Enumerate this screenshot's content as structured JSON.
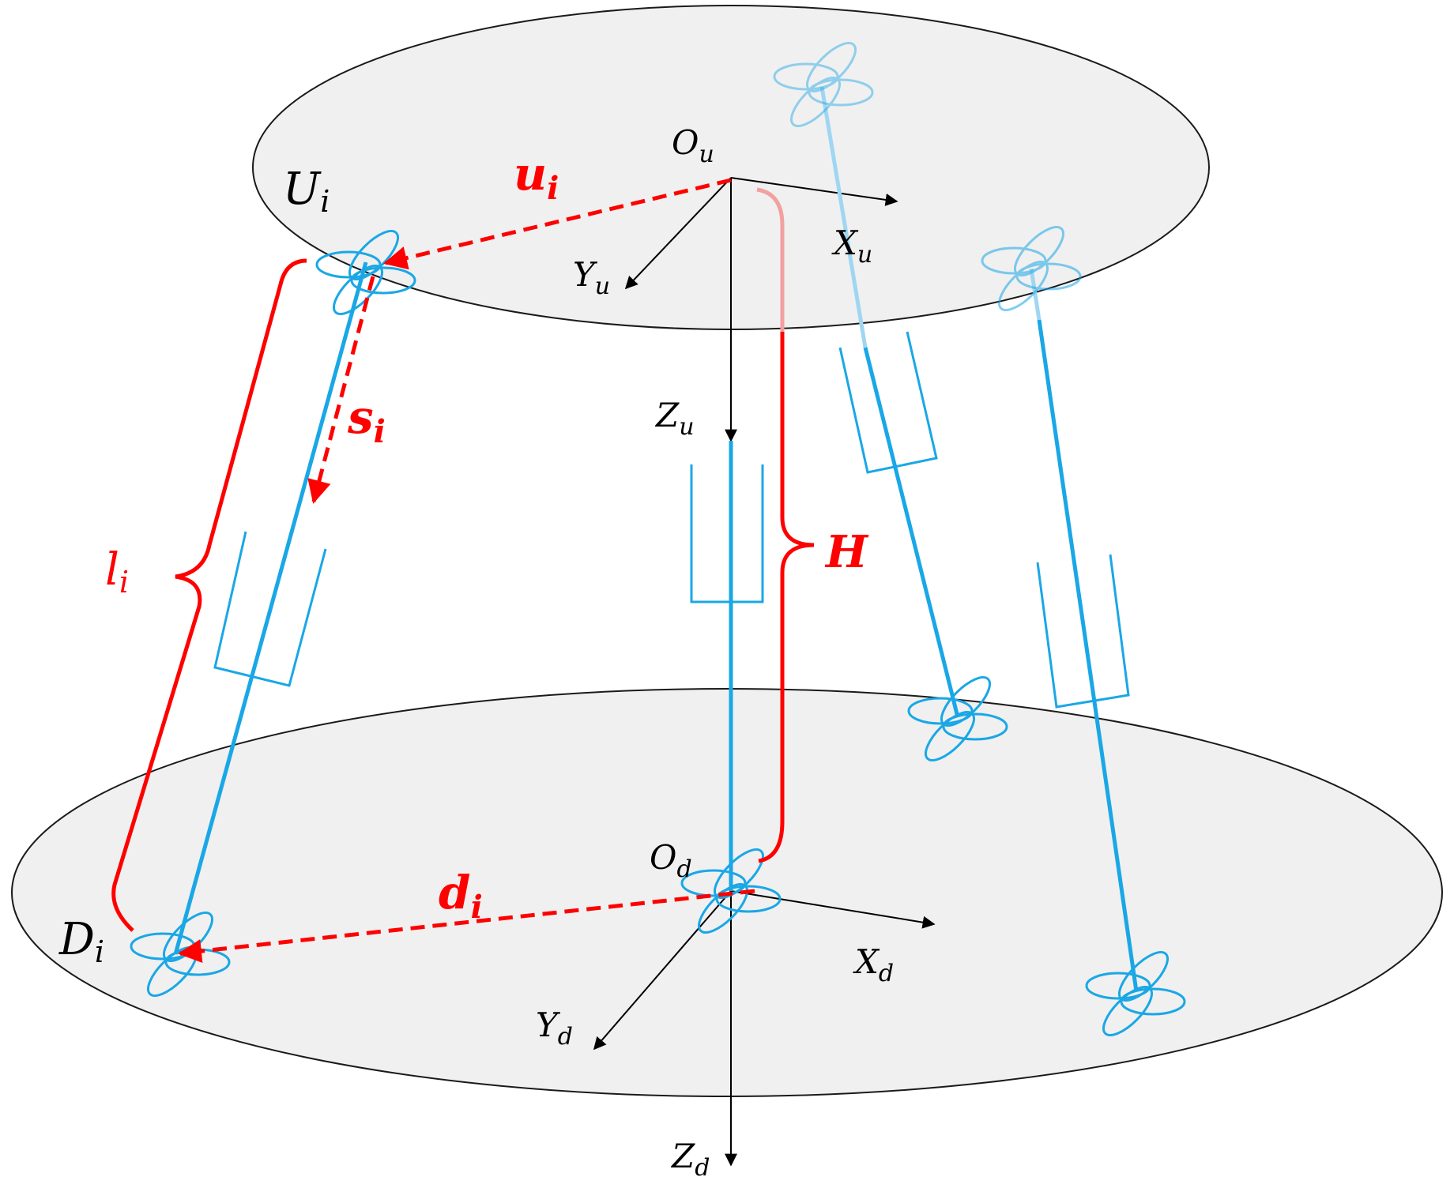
{
  "colors": {
    "platform_fill": "#f0f0f0",
    "platform_stroke": "#1a1a1a",
    "leg": "#1aa7e6",
    "joint": "#1aa7e6",
    "vector": "#ff0000",
    "axis": "#000000",
    "text": "#000000"
  },
  "labels": {
    "upper_origin": {
      "base": "O",
      "sub": "u"
    },
    "upper_x": {
      "base": "X",
      "sub": "u"
    },
    "upper_y": {
      "base": "Y",
      "sub": "u"
    },
    "upper_z": {
      "base": "Z",
      "sub": "u"
    },
    "lower_origin": {
      "base": "O",
      "sub": "d"
    },
    "lower_x": {
      "base": "X",
      "sub": "d"
    },
    "lower_y": {
      "base": "Y",
      "sub": "d"
    },
    "lower_z": {
      "base": "Z",
      "sub": "d"
    },
    "upper_joint": {
      "base": "U",
      "sub": "i"
    },
    "lower_joint": {
      "base": "D",
      "sub": "i"
    },
    "vec_u": {
      "base": "u",
      "sub": "i"
    },
    "vec_s": {
      "base": "s",
      "sub": "i"
    },
    "vec_d": {
      "base": "d",
      "sub": "i"
    },
    "leg_length": {
      "base": "l",
      "sub": "i"
    },
    "height": {
      "base": "H",
      "sub": ""
    }
  },
  "icons": {
    "universal_joint": "universal-joint-icon",
    "actuator_cylinder": "actuator-cylinder-icon"
  }
}
